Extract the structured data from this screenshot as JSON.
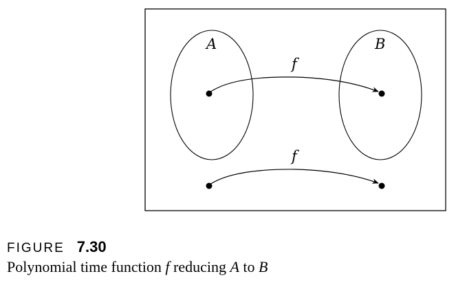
{
  "diagram": {
    "set_a_label": "A",
    "set_b_label": "B",
    "arrow_top_label": "f",
    "arrow_bottom_label": "f"
  },
  "caption": {
    "figure_word": "FIGURE",
    "figure_number": "7.30",
    "text_prefix": "Polynomial time function ",
    "function_symbol": "f",
    "text_middle": " reducing ",
    "from_set": "A",
    "text_to": " to ",
    "to_set": "B"
  }
}
